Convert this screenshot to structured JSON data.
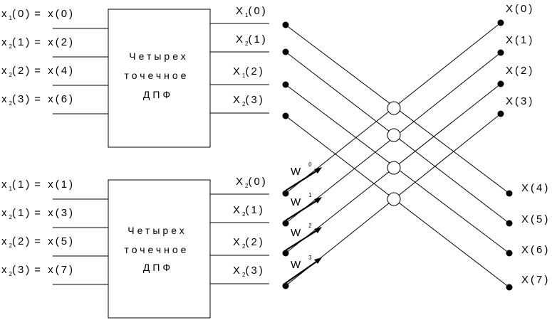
{
  "blocks": [
    {
      "title_lines": [
        "Четырех",
        "точечное",
        "ДПФ"
      ],
      "inputs": [
        {
          "lhs": "x",
          "lhs_sub": "1",
          "lhs_idx": "(0)",
          "rhs": "= x(0)"
        },
        {
          "lhs": "x",
          "lhs_sub": "2",
          "lhs_idx": "(1)",
          "rhs": "= x(2)"
        },
        {
          "lhs": "x",
          "lhs_sub": "2",
          "lhs_idx": "(2)",
          "rhs": "= x(4)"
        },
        {
          "lhs": "x",
          "lhs_sub": "2",
          "lhs_idx": "(3)",
          "rhs": "= x(6)"
        }
      ],
      "outputs": [
        {
          "name": "X",
          "sub": "1",
          "idx": "(0)"
        },
        {
          "name": "X",
          "sub": "2",
          "idx": "(1)"
        },
        {
          "name": "X",
          "sub": "1",
          "idx": "(2)"
        },
        {
          "name": "X",
          "sub": "2",
          "idx": "(3)"
        }
      ]
    },
    {
      "title_lines": [
        "Четырех",
        "точечное",
        "ДПФ"
      ],
      "inputs": [
        {
          "lhs": "x",
          "lhs_sub": "1",
          "lhs_idx": "(1)",
          "rhs": "= x(1)"
        },
        {
          "lhs": "x",
          "lhs_sub": "2",
          "lhs_idx": "(1)",
          "rhs": "= x(3)"
        },
        {
          "lhs": "x",
          "lhs_sub": "2",
          "lhs_idx": "(2)",
          "rhs": "= x(5)"
        },
        {
          "lhs": "x",
          "lhs_sub": "2",
          "lhs_idx": "(3)",
          "rhs": "= x(7)"
        }
      ],
      "outputs": [
        {
          "name": "X",
          "sub": "2",
          "idx": "(0)"
        },
        {
          "name": "X",
          "sub": "2",
          "idx": "(1)"
        },
        {
          "name": "X",
          "sub": "2",
          "idx": "(2)"
        },
        {
          "name": "X",
          "sub": "2",
          "idx": "(3)"
        }
      ]
    }
  ],
  "twiddles": [
    {
      "name": "W",
      "exp": "0"
    },
    {
      "name": "W",
      "exp": "1"
    },
    {
      "name": "W",
      "exp": "2"
    },
    {
      "name": "W",
      "exp": "3"
    }
  ],
  "results": [
    "X(0)",
    "X(1)",
    "X(2)",
    "X(3)",
    "X(4)",
    "X(5)",
    "X(6)",
    "X(7)"
  ]
}
